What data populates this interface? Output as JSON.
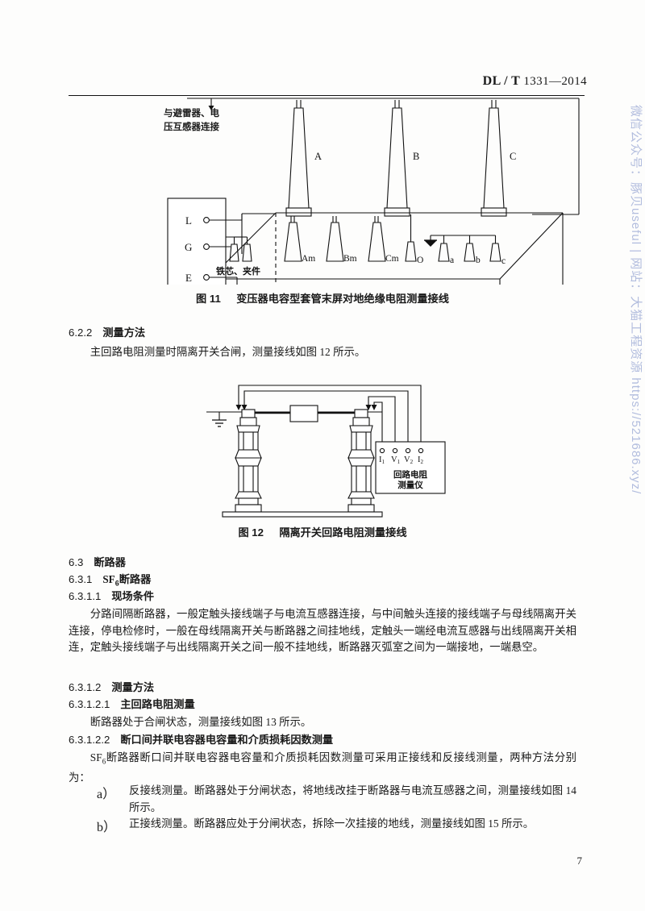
{
  "header": {
    "standard_prefix": "DL / T",
    "standard_number": "1331",
    "standard_dash": "—",
    "standard_year": "2014"
  },
  "watermark": {
    "text": "微信公众号：豚贝useful | 网站：大猫工程资源 https://521686.xyz/"
  },
  "figure11": {
    "caption_label": "图 11",
    "caption_title": "变压器电容型套管末屏对地绝缘电阻测量接线",
    "note": "与避雷器、电\n压互感器连接",
    "note_line1": "与避雷器、电",
    "note_line2": "压互感器连接",
    "core_label": "铁芯、夹件",
    "hv_bushings": [
      "A",
      "B",
      "C"
    ],
    "mv_bushings": [
      "Am",
      "Bm",
      "Cm"
    ],
    "neutral": "O",
    "lv_bushings": [
      "a",
      "b",
      "c"
    ],
    "terminals": [
      "L",
      "G",
      "E"
    ]
  },
  "figure12": {
    "caption_label": "图 12",
    "caption_title": "隔离开关回路电阻测量接线",
    "meter_terminals": [
      "I₁",
      "V₁",
      "V₂",
      "I₂"
    ],
    "meter_name_line1": "回路电阻",
    "meter_name_line2": "测量仪"
  },
  "sections": {
    "s622": {
      "number": "6.2.2",
      "title": "测量方法",
      "body": "主回路电阻测量时隔离开关合闸，测量接线如图 12 所示。"
    },
    "s63": {
      "number": "6.3",
      "title": "断路器"
    },
    "s631": {
      "number": "6.3.1",
      "title_pre": "SF",
      "title_sub": "6",
      "title_post": "断路器"
    },
    "s6311": {
      "number": "6.3.1.1",
      "title": "现场条件",
      "body": "分路间隔断路器，一般定触头接线端子与电流互感器连接，与中间触头连接的接线端子与母线隔离开关连接，停电检修时，一般在母线隔离开关与断路器之间挂地线，定触头一端经电流互感器与出线隔离开关相连，定触头接线端子与出线隔离开关之间一般不挂地线，断路器灭弧室之间为一端接地，一端悬空。"
    },
    "s6312": {
      "number": "6.3.1.2",
      "title": "测量方法"
    },
    "s63121": {
      "number": "6.3.1.2.1",
      "title": "主回路电阻测量",
      "body": "断路器处于合闸状态，测量接线如图 13 所示。"
    },
    "s63122": {
      "number": "6.3.1.2.2",
      "title": "断口间并联电容器电容量和介质损耗因数测量",
      "body_pre": "SF",
      "body_sub": "6",
      "body_post": "断路器断口间并联电容器电容量和介质损耗因数测量可采用正接线和反接线测量，两种方法分别为：",
      "items": [
        {
          "marker": "a）",
          "text": "反接线测量。断路器处于分闸状态，将地线改挂于断路器与电流互感器之间，测量接线如图 14 所示。"
        },
        {
          "marker": "b）",
          "text": "正接线测量。断路器应处于分闸状态，拆除一次挂接的地线，测量接线如图 15 所示。"
        }
      ]
    }
  },
  "footer": {
    "page_number": "7"
  }
}
